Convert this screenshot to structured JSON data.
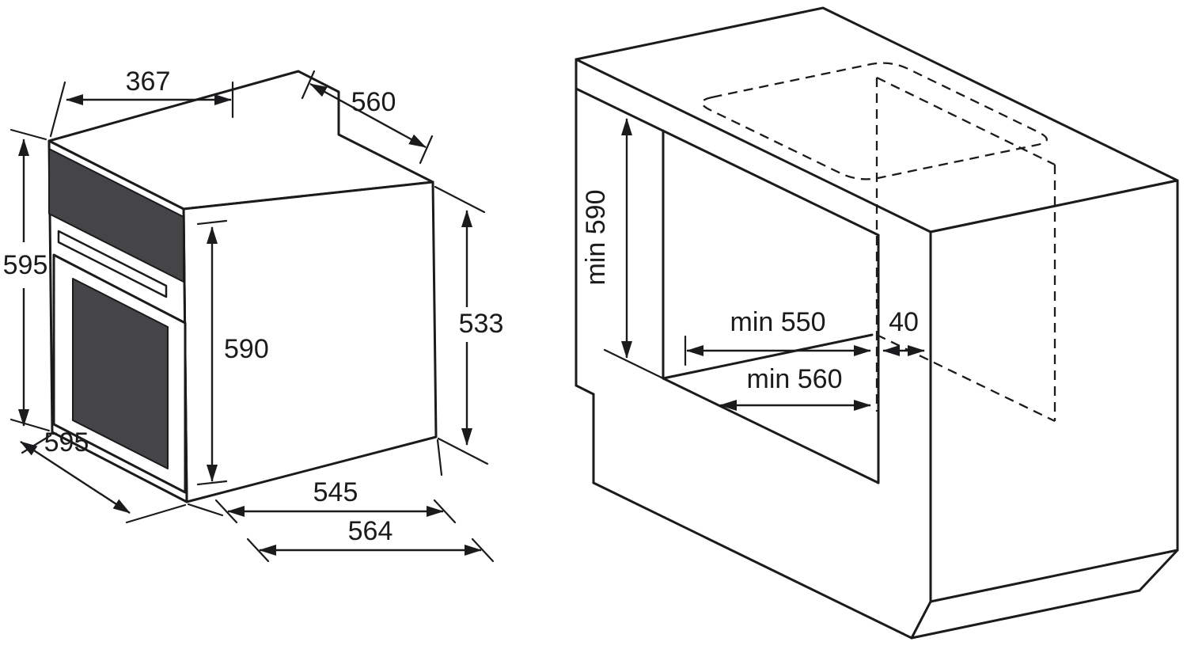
{
  "page": {
    "background": "#ffffff",
    "line_color": "#1b1b1d",
    "dark_fill": "#454547"
  },
  "oven": {
    "dims": {
      "top_width": "367",
      "top_depth": "560",
      "height": "595",
      "front_height": "590",
      "rear_height": "533",
      "width": "595",
      "body_depth": "545",
      "total_depth": "564"
    }
  },
  "cabinet": {
    "dims": {
      "niche_height": "min 590",
      "niche_depth": "min 550",
      "rear_gap": "40",
      "niche_width": "min 560"
    }
  }
}
